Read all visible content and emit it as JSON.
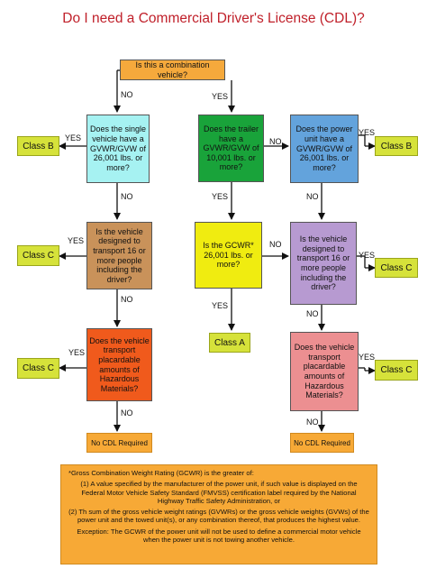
{
  "title": "Do I need a Commercial Driver's License (CDL)?",
  "nodes": {
    "combo": "Is this a combination vehicle?",
    "single": "Does the single vehicle have a GVWR/GVW of 26,001 lbs. or more?",
    "trailer": "Does the trailer have a GVWR/GVW of 10,001 lbs. or more?",
    "power": "Does the power unit have a GVWR/GVW of 26,001 lbs. or more?",
    "left_transport": "Is the vehicle designed to transport 16 or more people including the driver?",
    "gcwr": "Is the GCWR* 26,001 lbs. or more?",
    "right_transport": "Is the vehicle designed to transport 16 or more people including the driver?",
    "left_hazmat": "Does the vehicle transport placardable amounts of Hazardous Materials?",
    "right_hazmat": "Does the vehicle transport placardable amounts of Hazardous Materials?"
  },
  "outcomes": {
    "class_b_left": "Class B",
    "class_b_right": "Class B",
    "class_c_left_1": "Class C",
    "class_c_right_1": "Class C",
    "class_a": "Class A",
    "class_c_left_2": "Class C",
    "class_c_right_2": "Class C",
    "no_cdl_left": "No CDL Required",
    "no_cdl_right": "No CDL Required"
  },
  "answers": {
    "yes": "YES",
    "no": "NO"
  },
  "note": {
    "intro": "*Gross Combination Weight Rating (GCWR) is the greater of:",
    "item1": "(1) A value specified by the manufacturer of the power unit, if such value is displayed on the Federal Motor Vehicle Safety Standard (FMVSS) certification label required by the National Highway Traffic Safety Administration, or",
    "item2": "(2) Th sum of the gross vehicle weight ratings (GVWRs) or the gross vehicle weights (GVWs) of the power unit and the towed unit(s), or any combination thereof, that produces the highest value.",
    "exception": "Exception: The GCWR of the power unit will not be used to define a commercial motor vehicle when the power unit is not towing another vehicle."
  },
  "colors": {
    "title": "#c0202a",
    "combo": "#f5a93c",
    "single": "#a6f2f2",
    "trailer": "#19a33a",
    "power": "#63a3dc",
    "transport_left": "#c9925a",
    "gcwr": "#f0ec10",
    "transport_right": "#b79ad1",
    "hazmat_left": "#f05a1c",
    "hazmat_right": "#ec8f91",
    "class": "#d6e23a",
    "no_cdl": "#f7a936",
    "note": "#f7a936"
  }
}
